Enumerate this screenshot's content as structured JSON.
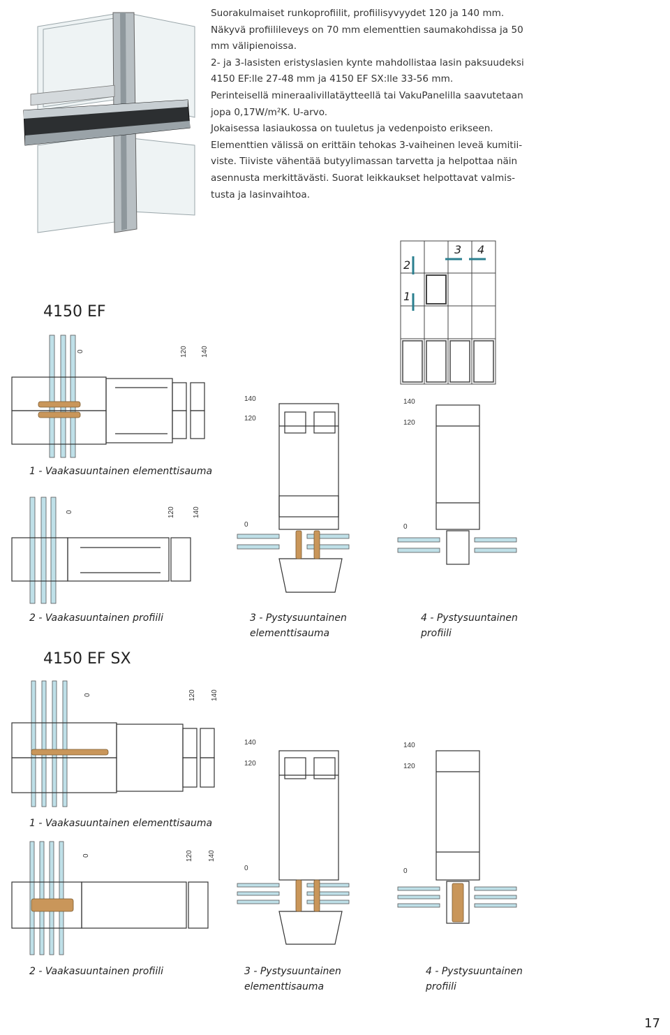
{
  "intro": {
    "lines": [
      "Suorakulmaiset runkoprofiilit, profiilisyvyydet 120 ja 140 mm.",
      "Näkyvä profiilileveys on 70 mm elementtien saumakohdissa ja 50",
      "mm välipienoissa.",
      "2- ja 3-lasisten eristyslasien kynte mahdollistaa lasin paksuudeksi",
      "4150 EF:lle 27-48 mm ja 4150 EF SX:lle 33-56 mm.",
      "Perinteisellä mineraalivillatäytteellä tai VakuPanelilla saavutetaan",
      "jopa 0,17W/m²K. U-arvo.",
      "Jokaisessa lasiaukossa on tuuletus ja vedenpoisto erikseen.",
      "Elementtien välissä on erittäin tehokas 3-vaiheinen leveä kumitii-",
      "viste. Tiiviste vähentää butyylimassan tarvetta ja helpottaa näin",
      "asennusta merkittävästi. Suorat leikkaukset helpottavat valmis-",
      "tusta ja lasinvaihtoa."
    ]
  },
  "grid_markers": {
    "m1": "1",
    "m2": "2",
    "m3": "3",
    "m4": "4"
  },
  "sections": [
    {
      "title": "4150 EF",
      "captions": {
        "c1": "1 - Vaakasuuntainen elementtisauma",
        "c2": "2 - Vaakasuuntainen profiili",
        "c3a": "3 - Pystysuuntainen",
        "c3b": "elementtisauma",
        "c4a": "4 - Pystysuuntainen",
        "c4b": "profiili"
      }
    },
    {
      "title": "4150 EF SX",
      "captions": {
        "c1": "1 - Vaakasuuntainen elementtisauma",
        "c2": "2 - Vaakasuuntainen profiili",
        "c3a": "3 - Pystysuuntainen",
        "c3b": "elementtisauma",
        "c4a": "4 - Pystysuuntainen",
        "c4b": "profiili"
      }
    }
  ],
  "dims": {
    "d0": "0",
    "d120": "120",
    "d140": "140"
  },
  "page_number": "17",
  "colors": {
    "accent": "#2a7f8f",
    "glass": "#bfe0e8",
    "line": "#333333",
    "gasket": "#c9965a"
  }
}
